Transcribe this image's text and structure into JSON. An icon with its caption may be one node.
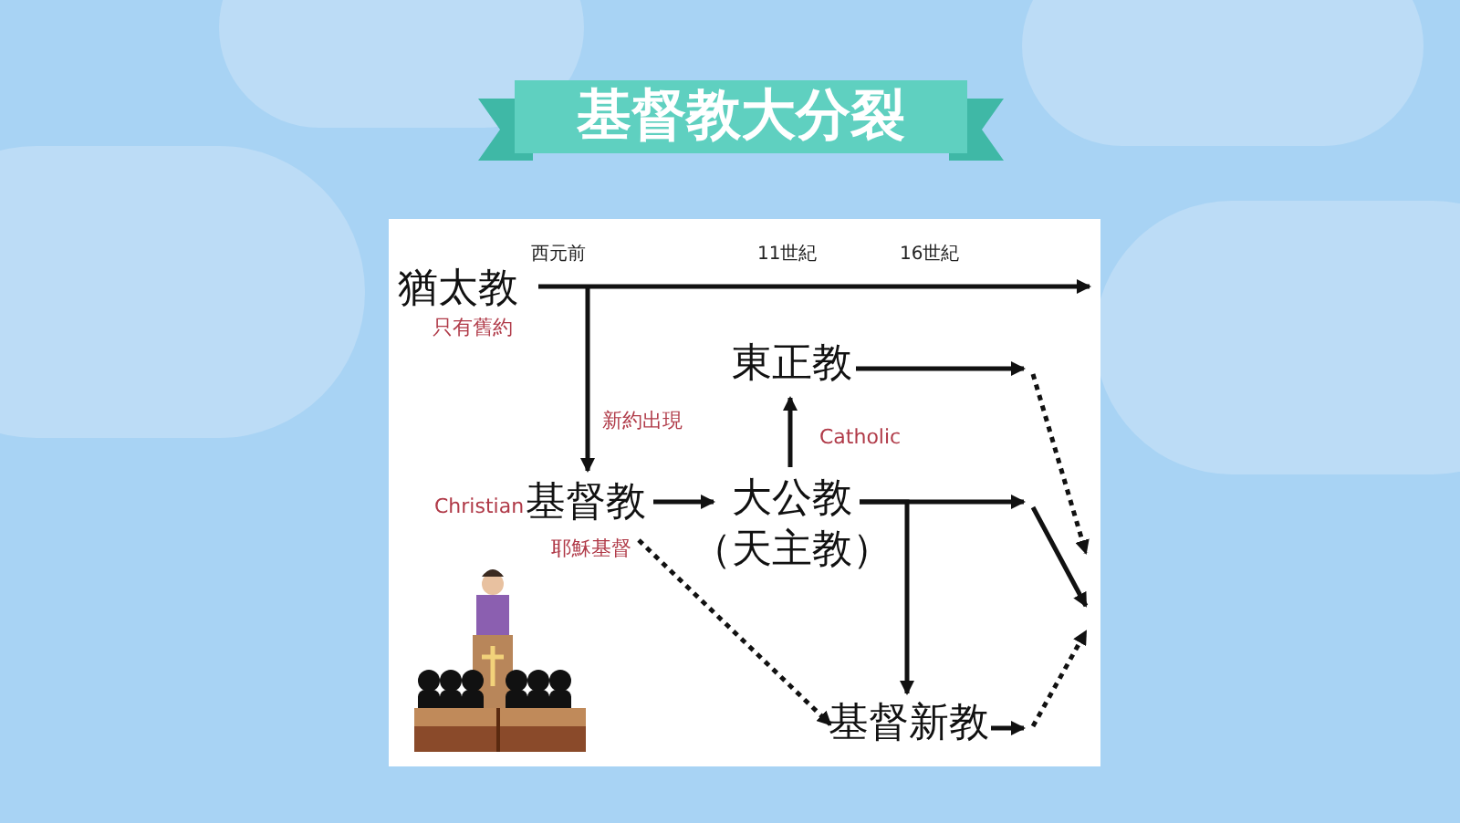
{
  "diagram": {
    "title": "基督教大分裂",
    "nodes": [
      {
        "text": [
          "猶太教"
        ],
        "beside": [
          "只有舊約"
        ]
      },
      {
        "text": [
          "基督教"
        ],
        "beside": [
          "Christian",
          "耶穌基督"
        ]
      },
      {
        "text": [
          "大公教",
          "（天主教）"
        ],
        "beside": [
          "Catholic"
        ]
      },
      {
        "text": [
          "東正教"
        ]
      },
      {
        "text": [
          "基督新教"
        ]
      }
    ],
    "edges": [
      {
        "from": 0,
        "to": null,
        "arrow": "to"
      },
      {
        "from": 0,
        "to": 1,
        "arrow": "to",
        "label": "新約出現"
      },
      {
        "from": 1,
        "to": 2,
        "arrow": "to"
      },
      {
        "from": 2,
        "to": 3,
        "arrow": "to"
      },
      {
        "from": 1,
        "to": 4,
        "arrow": "to",
        "style": "dashed"
      },
      {
        "from": 2,
        "to": null,
        "arrow": "to"
      },
      {
        "from": 2,
        "to": 4,
        "arrow": "to"
      },
      {
        "from": 3,
        "to": null,
        "arrow": "to"
      },
      {
        "from": 4,
        "to": null,
        "arrow": "to"
      }
    ],
    "labels": [
      "西元前",
      "11世紀",
      "16世紀"
    ]
  }
}
